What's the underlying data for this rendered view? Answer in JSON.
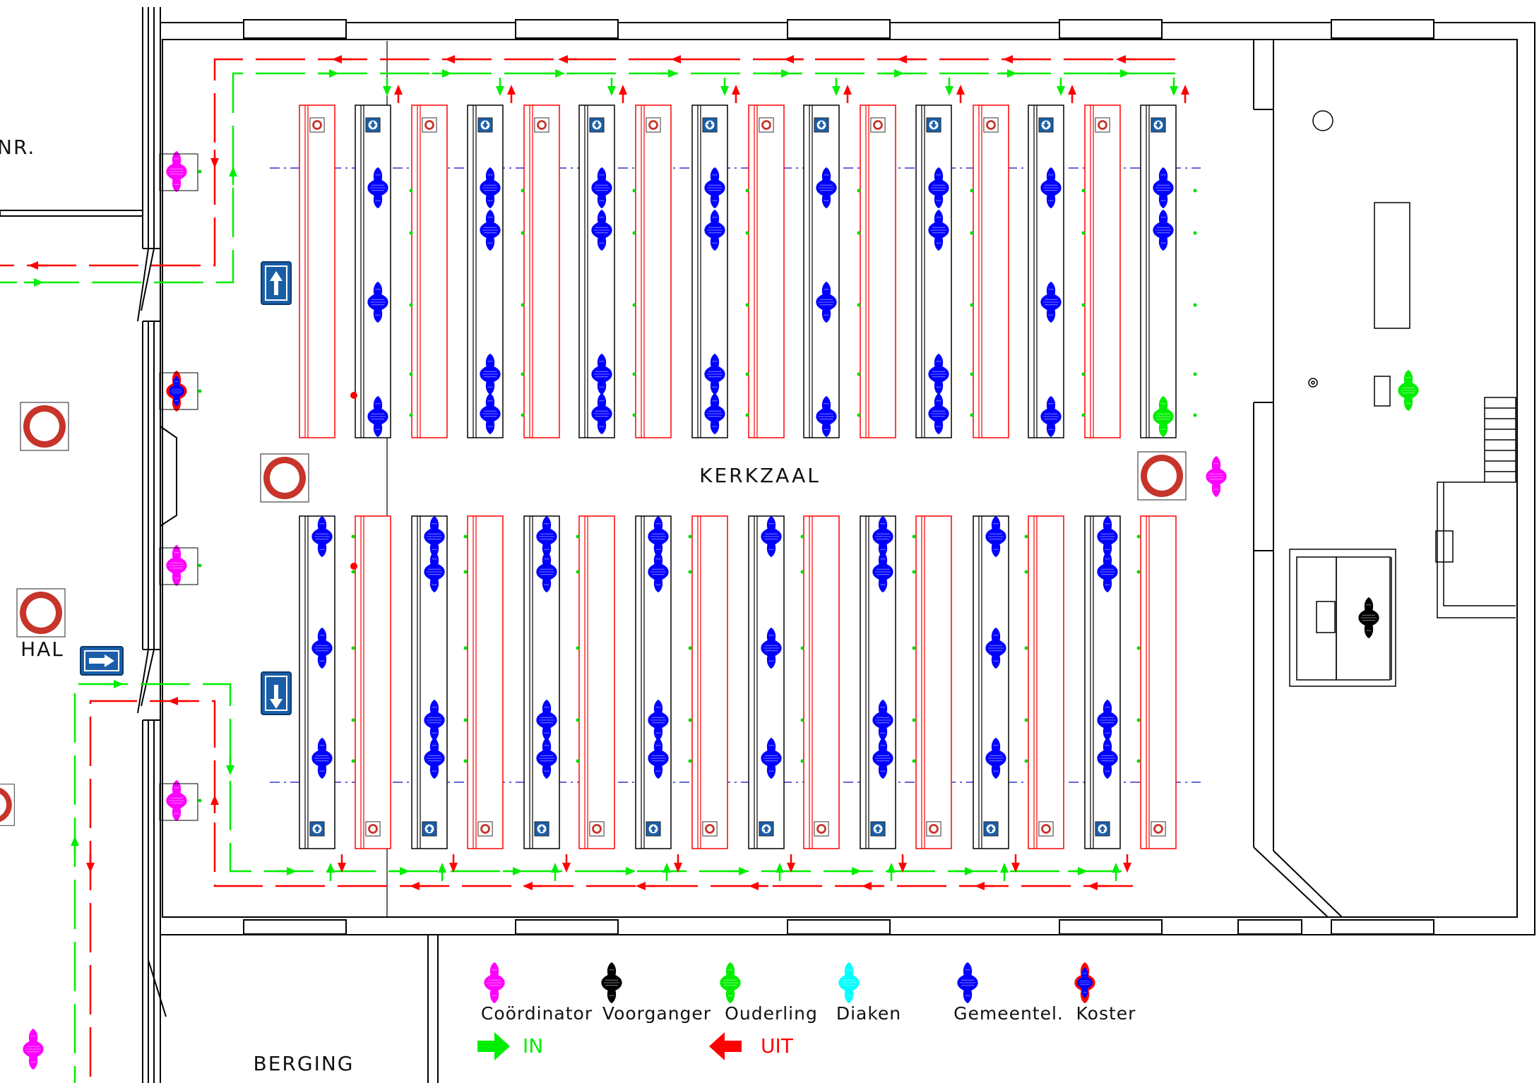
{
  "rooms": {
    "main": "KERKZAAL",
    "hall": "HAL",
    "storage": "BERGING",
    "partial_top_left": "NR."
  },
  "legend": {
    "roles": [
      {
        "label": "Coördinator",
        "color": "#ff00ff"
      },
      {
        "label": "Voorganger",
        "color": "#000000"
      },
      {
        "label": "Ouderling",
        "color": "#00ee00"
      },
      {
        "label": "Diaken",
        "color": "#00ffff"
      },
      {
        "label": "Gemeentel.",
        "color": "#0000ff"
      },
      {
        "label": "Koster",
        "color": "#0000ff"
      }
    ],
    "in_label": "IN",
    "out_label": "UIT",
    "in_color": "#00ee00",
    "out_color": "#ff0000"
  },
  "colors": {
    "wall": "#000000",
    "in_route": "#00ee00",
    "out_route": "#ff0000",
    "seat_occupied": "#0000ff",
    "guide_line": "#3333cc",
    "sign_blue": "#1a5ea8"
  },
  "icons": [
    "no-entry-sign-icon",
    "one-way-arrow-sign-icon",
    "person-marker-icon"
  ]
}
